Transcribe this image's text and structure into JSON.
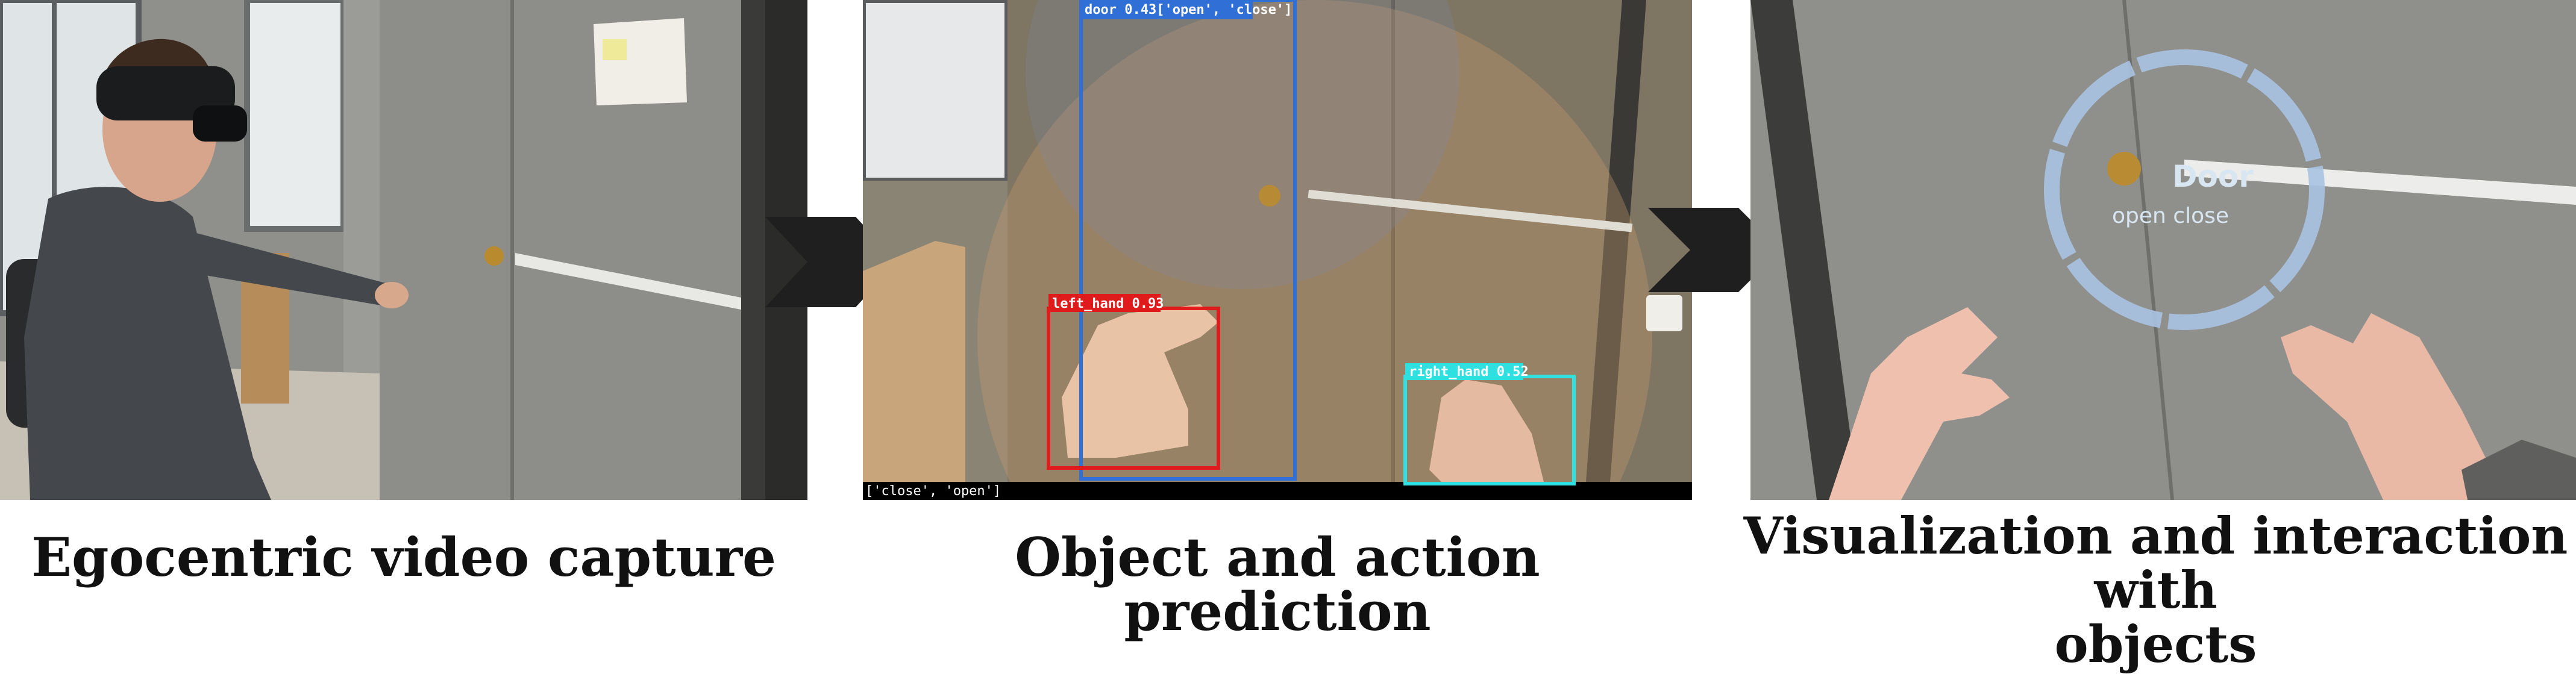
{
  "captions": {
    "capture": "Egocentric video capture",
    "prediction": "Object and action prediction",
    "visualization_line1": "Visualization and interaction with",
    "visualization_line2": "objects"
  },
  "detections": {
    "door": "door 0.43['open', 'close']",
    "left_hand": "left_hand 0.93",
    "right_hand": "right_hand 0.52",
    "actions_bar": "['close', 'open']"
  },
  "hud": {
    "object_name": "Door",
    "actions": "open close"
  },
  "colors": {
    "door_box": "#2f6fd6",
    "left_hand_box": "#e01b1b",
    "right_hand_box": "#2ee0e0",
    "hud_ring": "#a9c3e2"
  }
}
